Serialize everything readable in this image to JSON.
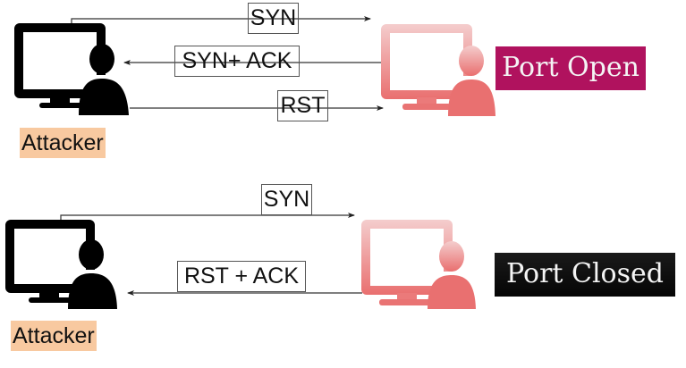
{
  "scenarios": [
    {
      "id": "open",
      "attacker_label": "Attacker",
      "status": "Port Open",
      "messages": [
        {
          "label": "SYN",
          "direction": "attacker-to-target"
        },
        {
          "label": "SYN+ ACK",
          "direction": "target-to-attacker"
        },
        {
          "label": "RST",
          "direction": "attacker-to-target"
        }
      ]
    },
    {
      "id": "closed",
      "attacker_label": "Attacker",
      "status": "Port Closed",
      "messages": [
        {
          "label": "SYN",
          "direction": "attacker-to-target"
        },
        {
          "label": "RST + ACK",
          "direction": "target-to-attacker"
        }
      ]
    }
  ],
  "colors": {
    "attacker_icon": "#000000",
    "target_icon_top": "#F4CDCD",
    "target_icon_bottom": "#E96F6F",
    "attacker_label_bg": "#F8C9A0",
    "port_open_bg": "#B0125E",
    "port_closed_bg": "#0B0B0B",
    "arrow": "#222222"
  }
}
